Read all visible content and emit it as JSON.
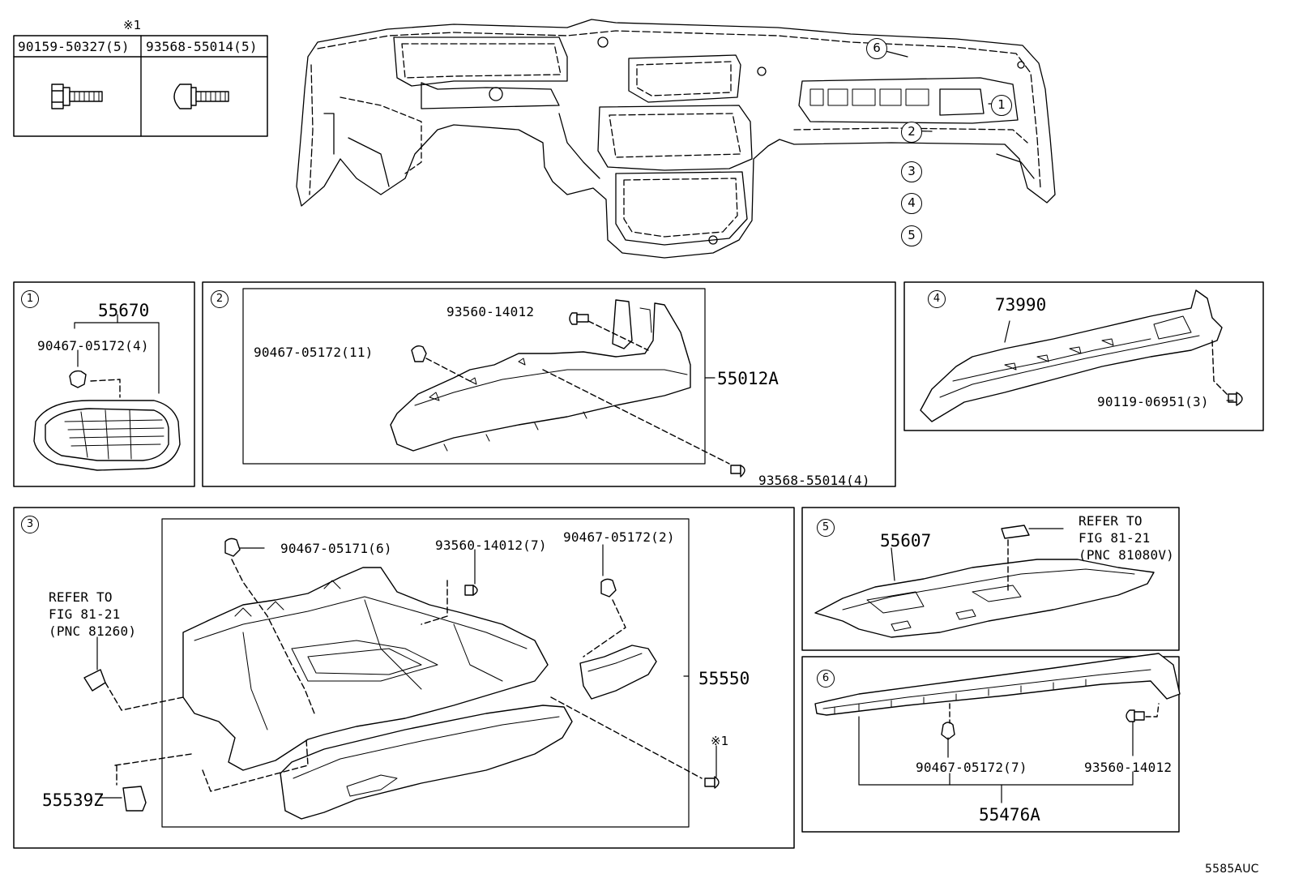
{
  "diagram_code": "5585AUC",
  "bolt_table": {
    "mark": "※1",
    "col1": "90159-50327(5)",
    "col2": "93568-55014(5)"
  },
  "main_callouts": [
    "6",
    "1",
    "2",
    "3",
    "4",
    "5"
  ],
  "sections": {
    "s1": {
      "num": "1",
      "assy": "55670",
      "clip": "90467-05172(4)"
    },
    "s2": {
      "num": "2",
      "screw": "93560-14012",
      "clip": "90467-05172(11)",
      "panel": "55012A",
      "bolt": "93568-55014(4)"
    },
    "s3": {
      "num": "3",
      "clip_a": "90467-05171(6)",
      "screw": "93560-14012(7)",
      "clip_b": "90467-05172(2)",
      "ref_line1": "REFER TO",
      "ref_line2": "FIG 81-21",
      "ref_line3": "(PNC 81260)",
      "box": "55550",
      "mark": "※1",
      "lamp": "55539Z"
    },
    "s4": {
      "num": "4",
      "part": "73990",
      "bolt": "90119-06951(3)"
    },
    "s5": {
      "num": "5",
      "part": "55607",
      "ref_line1": "REFER TO",
      "ref_line2": "FIG 81-21",
      "ref_line3": "(PNC 81080V)"
    },
    "s6": {
      "num": "6",
      "clip": "90467-05172(7)",
      "screw": "93560-14012",
      "assy": "55476A"
    }
  }
}
